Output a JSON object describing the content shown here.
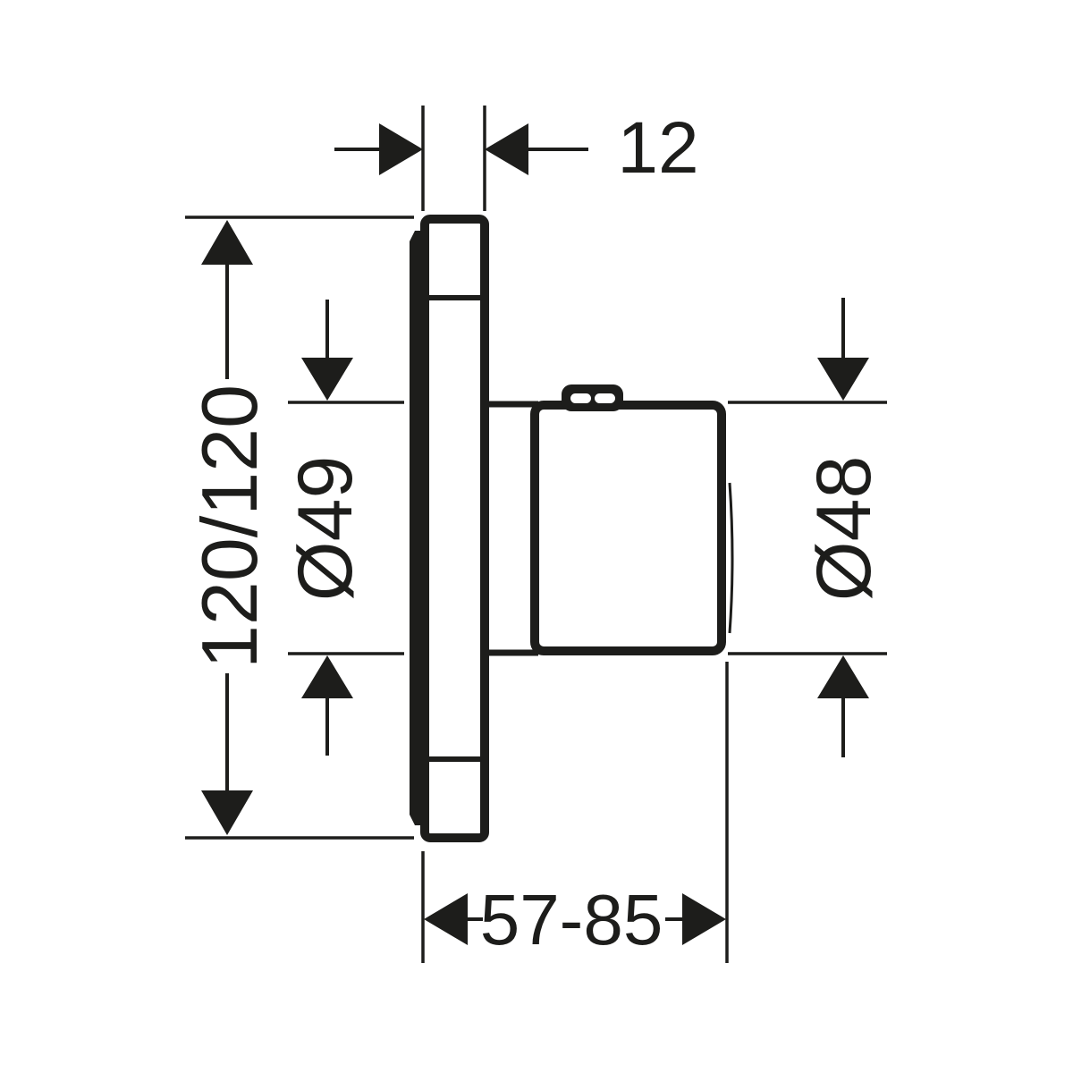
{
  "page": {
    "background_color": "#ffffff",
    "ink_color": "#1d1d1b"
  },
  "labels": {
    "plate_thickness": "12",
    "plate_size": "120/120",
    "sleeve_diameter": "Ø49",
    "handle_diameter": "Ø48",
    "installation_depth": "57-85"
  }
}
